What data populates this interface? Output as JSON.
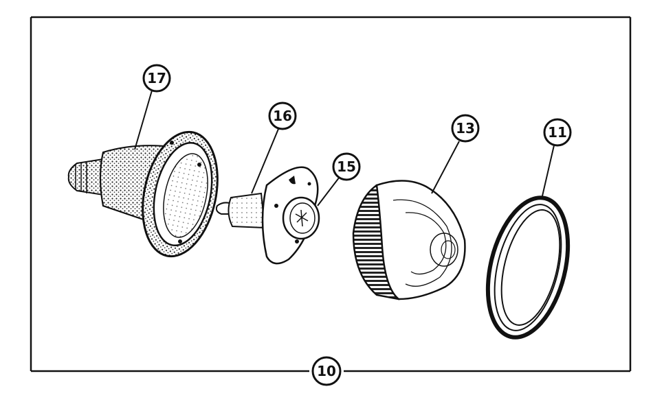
{
  "diagram": {
    "callouts": {
      "c17": "17",
      "c16": "16",
      "c15": "15",
      "c13": "13",
      "c11": "11",
      "c10": "10"
    },
    "colors": {
      "ink": "#111111",
      "paper": "#ffffff",
      "shade": "#9a9a9a"
    }
  }
}
